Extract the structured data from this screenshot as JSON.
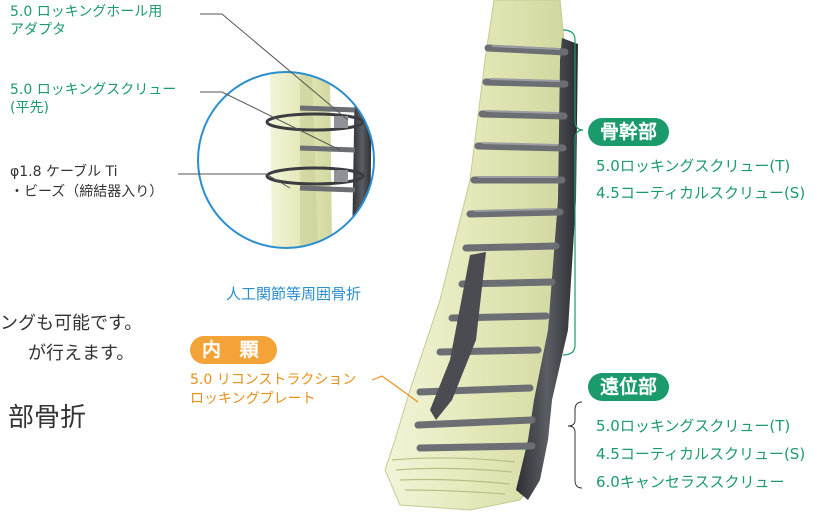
{
  "callouts": {
    "adapter": [
      "5.0 ロッキングホール用",
      "アダプタ"
    ],
    "locking_screw_flat": [
      "5.0 ロッキングスクリュー",
      "(平先)"
    ],
    "cable": [
      "φ1.8 ケーブル Ti",
      "・ビーズ（締結器入り）"
    ],
    "periprosthetic_caption": "人工関節等周囲骨折",
    "reconstruction_plate": [
      "5.0 リコンストラクション",
      "ロッキングプレート"
    ]
  },
  "left_text": {
    "line1": "ングも可能です。",
    "line2": "が行えます。",
    "heading": "部骨折"
  },
  "badges": {
    "medial_condyle": "内 顆",
    "diaphysis": "骨幹部",
    "distal": "遠位部"
  },
  "diaphysis_screws": [
    "5.0ロッキングスクリュー(T)",
    "4.5コーティカルスクリュー(S)"
  ],
  "distal_screws": [
    "5.0ロッキングスクリュー(T)",
    "4.5コーティカルスクリュー(S)",
    "6.0キャンセラススクリュー"
  ],
  "colors": {
    "green": "#1b9a6b",
    "orange": "#e9901b",
    "blue": "#2b8ed0",
    "bone": "#e8ecc4",
    "plate": "#3d3f44"
  }
}
